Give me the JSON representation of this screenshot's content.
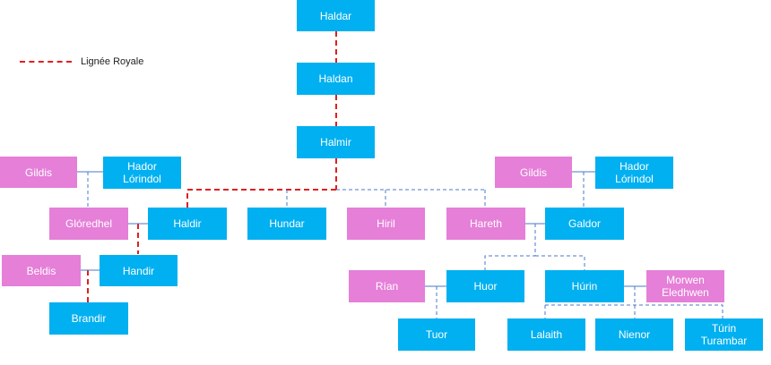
{
  "legend": {
    "royal_line": "Lignée Royale"
  },
  "colors": {
    "male": "#00b0f0",
    "female": "#e57fd8",
    "royal": "#e02020",
    "family": "#4a78c8"
  },
  "people": {
    "haldar": "Haldar",
    "haldan": "Haldan",
    "halmir": "Halmir",
    "gildis_left": "Gildis",
    "hador_left": "Hador\nLórindol",
    "gloredhel": "Glóredhel",
    "haldir": "Haldir",
    "hundar": "Hundar",
    "hiril": "Hiril",
    "hareth": "Hareth",
    "galdor": "Galdor",
    "gildis_right": "Gildis",
    "hador_right": "Hador\nLórindol",
    "beldis": "Beldis",
    "handir": "Handir",
    "brandir": "Brandir",
    "rian": "Rían",
    "huor": "Huor",
    "hurin": "Húrin",
    "morwen": "Morwen\nEledhwen",
    "tuor": "Tuor",
    "lalaith": "Lalaith",
    "nienor": "Nienor",
    "turin": "Túrin\nTurambar"
  }
}
